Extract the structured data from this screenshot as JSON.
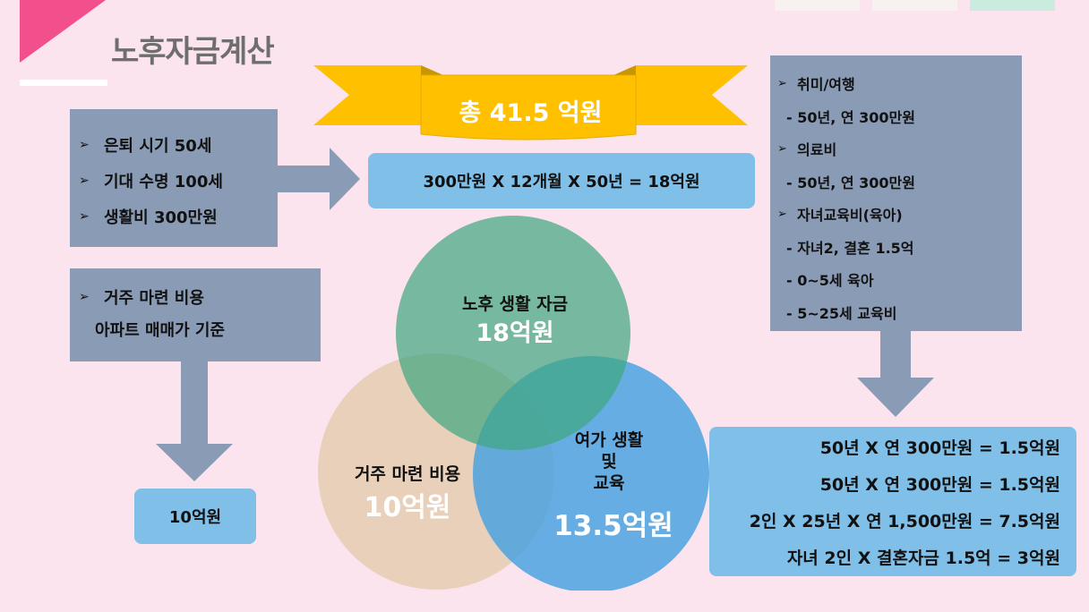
{
  "title": "노후자금계산",
  "banner": {
    "text": "총 41.5 억원"
  },
  "left_panel": {
    "items": [
      "은퇴 시기 50세",
      "기대 수명 100세",
      "생활비 300만원"
    ]
  },
  "formula_box": {
    "text": "300만원 X 12개월 X 50년 = 18억원"
  },
  "housing_panel": {
    "line1": "거주 마련 비용",
    "line2": "아파트 매매가 기준"
  },
  "housing_result": {
    "text": "10억원"
  },
  "right_list": {
    "items": [
      {
        "text": "취미/여행",
        "bullet": true
      },
      {
        "text": "- 50년, 연 300만원",
        "bullet": false
      },
      {
        "text": "의료비",
        "bullet": true
      },
      {
        "text": "- 50년, 연 300만원",
        "bullet": false
      },
      {
        "text": "자녀교육비(육아)",
        "bullet": true
      },
      {
        "text": "- 자녀2, 결혼 1.5억",
        "bullet": false
      },
      {
        "text": "- 0~5세 육아",
        "bullet": false
      },
      {
        "text": "- 5~25세 교육비",
        "bullet": false
      }
    ]
  },
  "summary_box": {
    "rows": [
      "50년 X 연 300만원 = 1.5억원",
      "50년 X 연 300만원 = 1.5억원",
      "2인 X 25년 X 연 1,500만원 = 7.5억원",
      "자녀 2인 X 결혼자금 1.5억 = 3억원"
    ]
  },
  "venn": {
    "living": {
      "label": "노후 생활 자금",
      "amount": "18억원"
    },
    "housing": {
      "label": "거주 마련 비용",
      "amount": "10억원"
    },
    "leisure": {
      "label_lines": [
        "여가 생활",
        "및",
        "교육"
      ],
      "amount": "13.5억원"
    }
  },
  "bullet_glyph": "➢",
  "colors": {
    "background": "#fce4ee",
    "accent_pink": "#f2508c",
    "slate": "#8a9bb5",
    "blue_box": "#7fbfe8",
    "banner": "#ffc000",
    "circle_green": "#3fa77f",
    "circle_tan": "#e6cdb4",
    "circle_blue": "#4ba3e0"
  }
}
